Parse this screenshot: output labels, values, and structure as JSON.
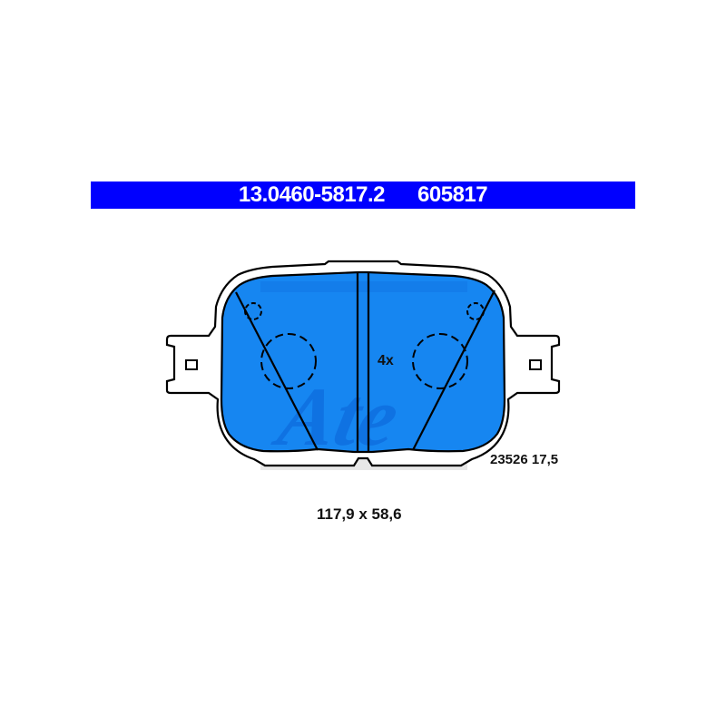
{
  "header": {
    "part_number": "13.0460-5817.2",
    "short_number": "605817",
    "background_color": "#0000ff",
    "text_color": "#ffffff"
  },
  "drawing": {
    "pad_fill_color": "#0a7ff0",
    "watermark_text": "Ate",
    "watermark_color": "#0a62d6",
    "quantity_label": "4x",
    "wva_and_thickness": "23526 17,5",
    "dimensions": "117,9 x 58,6"
  }
}
